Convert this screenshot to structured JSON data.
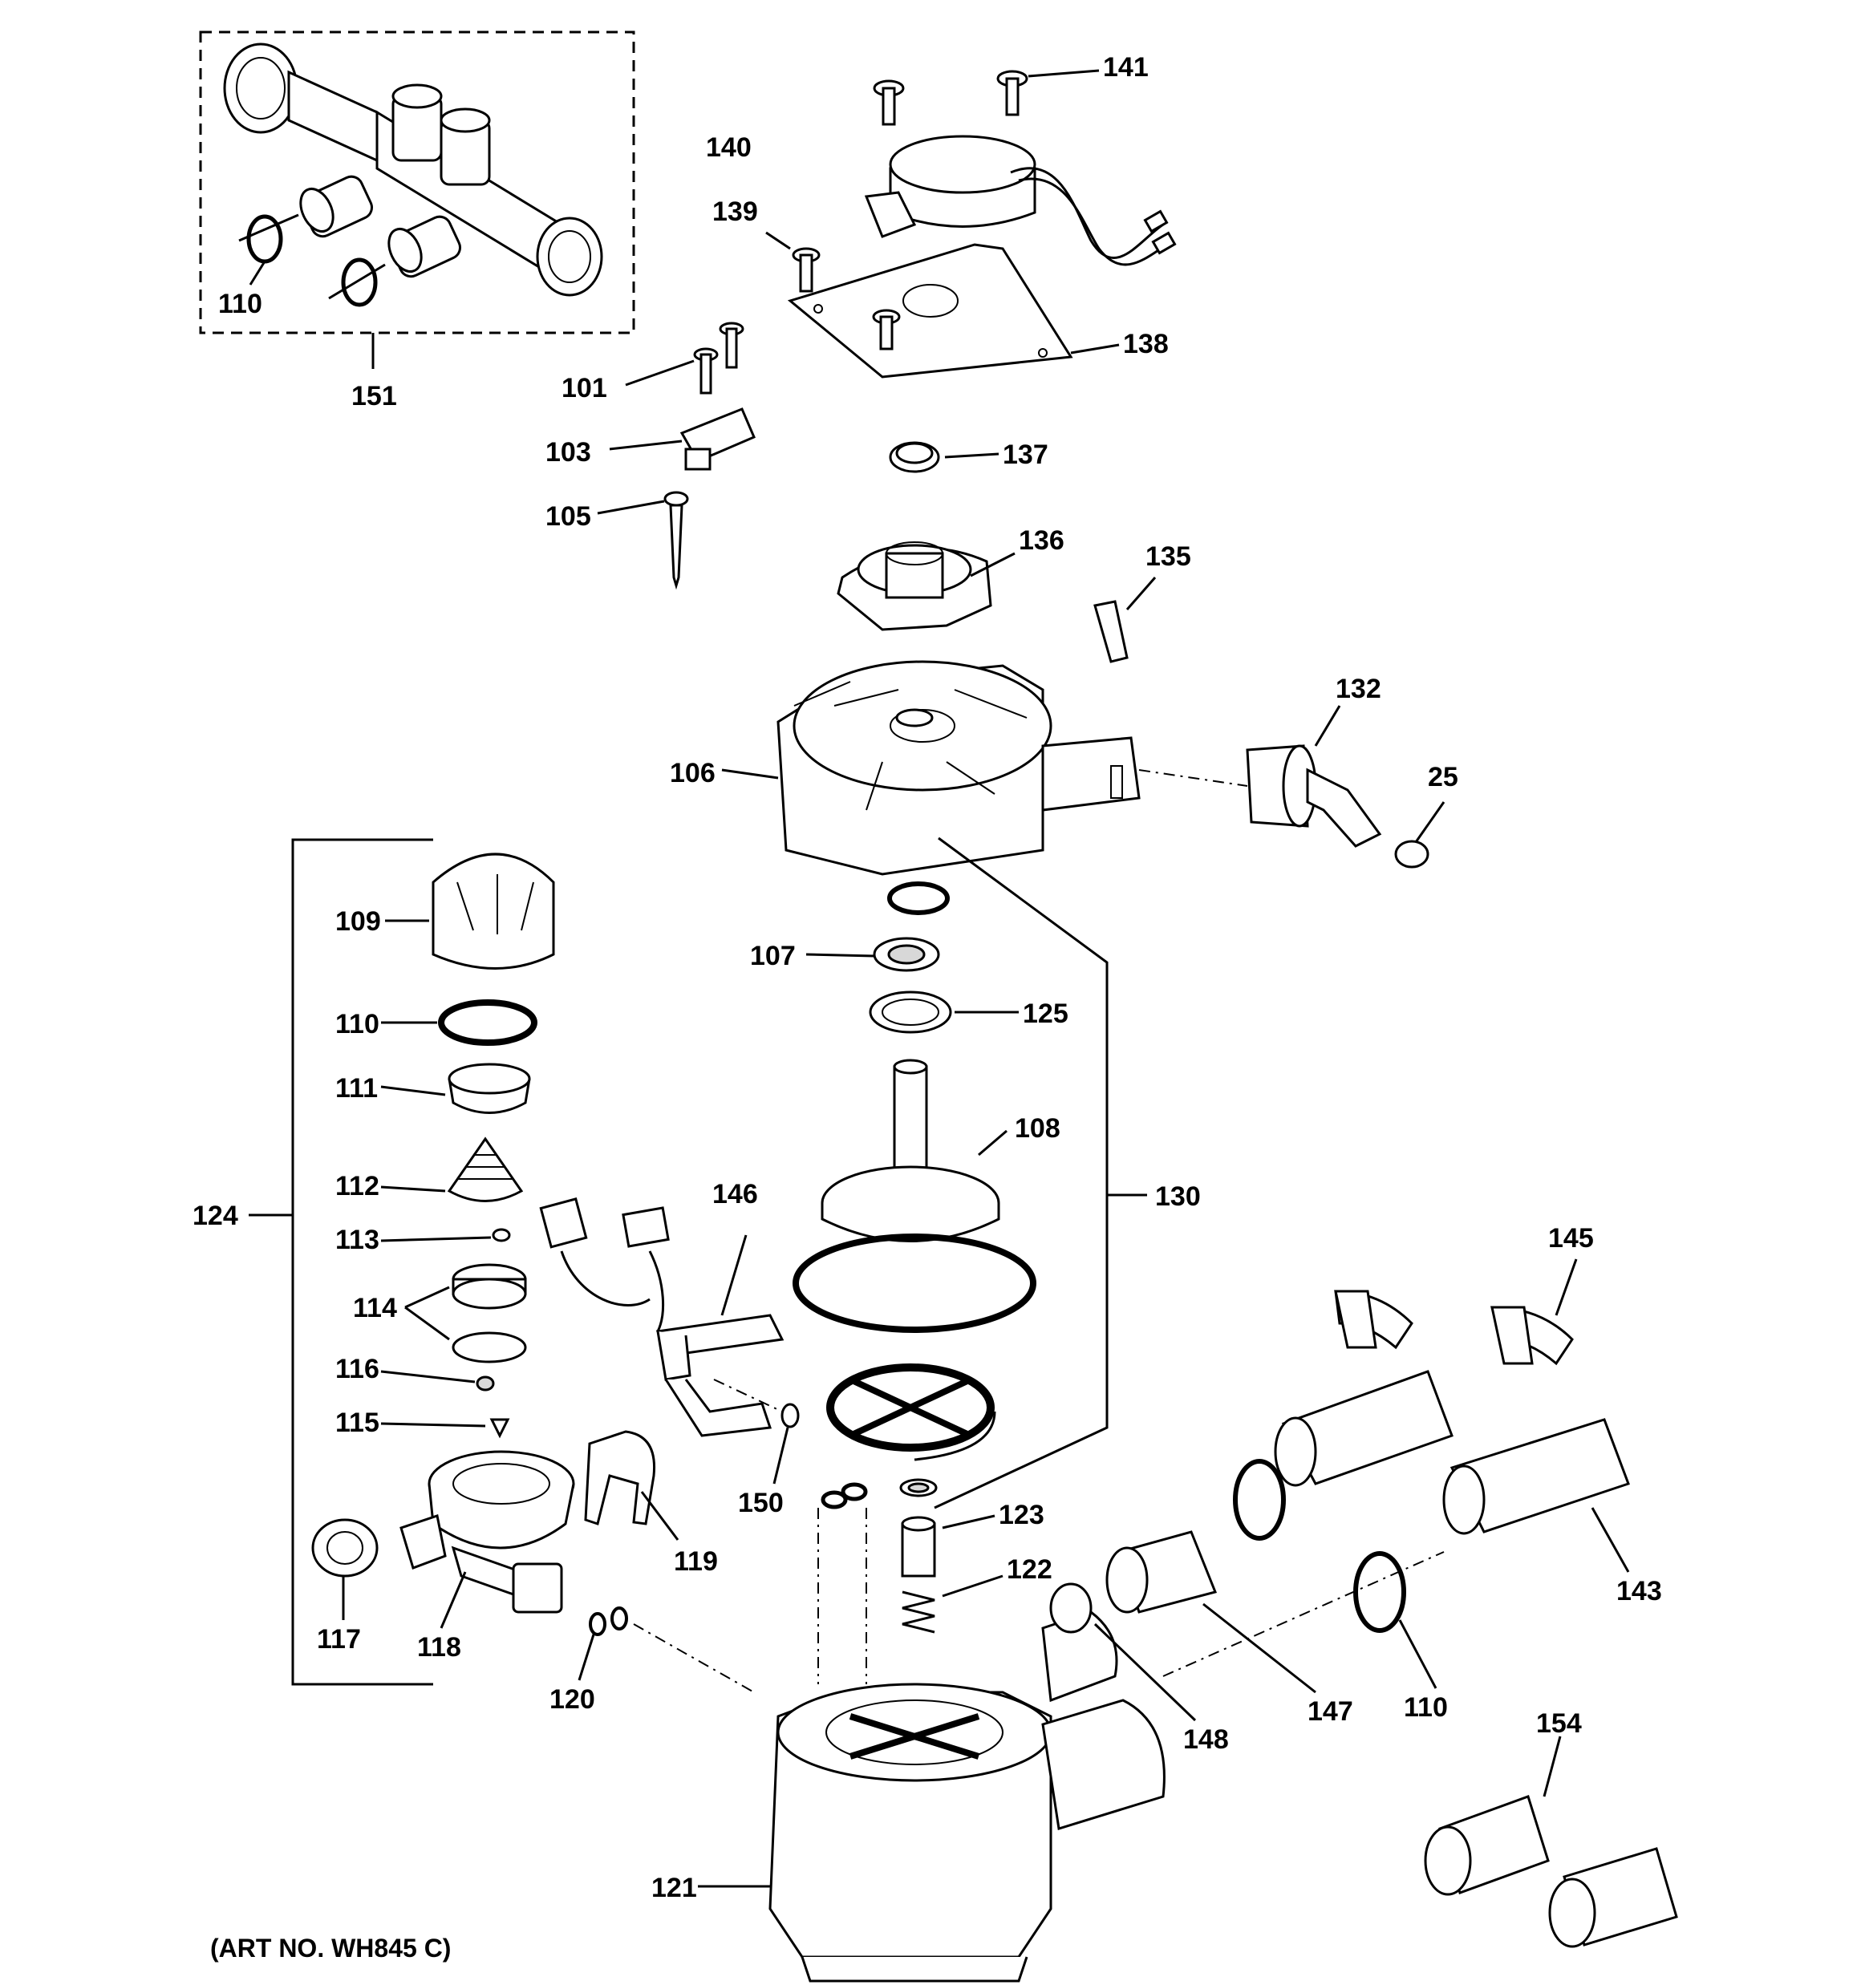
{
  "art_number": "(ART NO. WH845 C)",
  "callouts": [
    {
      "id": "c141",
      "text": "141"
    },
    {
      "id": "c140",
      "text": "140"
    },
    {
      "id": "c139",
      "text": "139"
    },
    {
      "id": "c138",
      "text": "138"
    },
    {
      "id": "c110a",
      "text": "110"
    },
    {
      "id": "c151",
      "text": "151"
    },
    {
      "id": "c101",
      "text": "101"
    },
    {
      "id": "c103",
      "text": "103"
    },
    {
      "id": "c105",
      "text": "105"
    },
    {
      "id": "c137",
      "text": "137"
    },
    {
      "id": "c136",
      "text": "136"
    },
    {
      "id": "c135",
      "text": "135"
    },
    {
      "id": "c132",
      "text": "132"
    },
    {
      "id": "c25",
      "text": "25"
    },
    {
      "id": "c106",
      "text": "106"
    },
    {
      "id": "c109",
      "text": "109"
    },
    {
      "id": "c107",
      "text": "107"
    },
    {
      "id": "c125",
      "text": "125"
    },
    {
      "id": "c110b",
      "text": "110"
    },
    {
      "id": "c111",
      "text": "111"
    },
    {
      "id": "c108",
      "text": "108"
    },
    {
      "id": "c112",
      "text": "112"
    },
    {
      "id": "c146",
      "text": "146"
    },
    {
      "id": "c130",
      "text": "130"
    },
    {
      "id": "c124",
      "text": "124"
    },
    {
      "id": "c113",
      "text": "113"
    },
    {
      "id": "c145",
      "text": "145"
    },
    {
      "id": "c114",
      "text": "114"
    },
    {
      "id": "c116",
      "text": "116"
    },
    {
      "id": "c115",
      "text": "115"
    },
    {
      "id": "c150",
      "text": "150"
    },
    {
      "id": "c123",
      "text": "123"
    },
    {
      "id": "c119",
      "text": "119"
    },
    {
      "id": "c122",
      "text": "122"
    },
    {
      "id": "c143",
      "text": "143"
    },
    {
      "id": "c117",
      "text": "117"
    },
    {
      "id": "c118",
      "text": "118"
    },
    {
      "id": "c120",
      "text": "120"
    },
    {
      "id": "c147",
      "text": "147"
    },
    {
      "id": "c110c",
      "text": "110"
    },
    {
      "id": "c148",
      "text": "148"
    },
    {
      "id": "c154",
      "text": "154"
    },
    {
      "id": "c121",
      "text": "121"
    }
  ]
}
